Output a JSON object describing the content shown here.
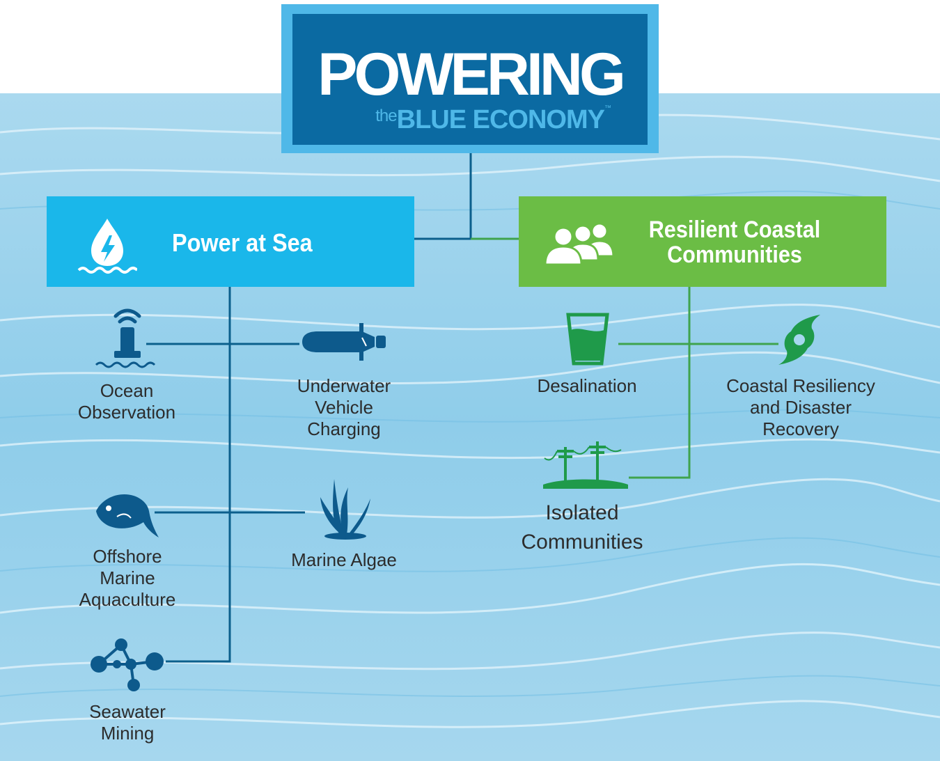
{
  "title": {
    "main": "POWERING",
    "sub_prefix": "the",
    "sub": "BLUE ECONOMY",
    "trademark": "™"
  },
  "categories": {
    "power_at_sea": {
      "label": "Power at Sea",
      "color": "#1ab7ea",
      "icon": "water-drop-lightning-icon"
    },
    "coastal": {
      "label": "Resilient Coastal Communities",
      "color": "#6bbd45",
      "icon": "people-group-icon"
    }
  },
  "power_at_sea_items": {
    "ocean_observation": {
      "label": "Ocean Observation",
      "icon": "buoy-antenna-icon"
    },
    "underwater_vehicle": {
      "label": "Underwater Vehicle Charging",
      "icon": "underwater-vehicle-icon"
    },
    "offshore_aquaculture": {
      "label": "Offshore Marine Aquaculture",
      "icon": "fish-icon"
    },
    "marine_algae": {
      "label": "Marine Algae",
      "icon": "algae-icon"
    },
    "seawater_mining": {
      "label": "Seawater Mining",
      "icon": "molecule-network-icon"
    }
  },
  "coastal_items": {
    "desalination": {
      "label": "Desalination",
      "icon": "water-glass-icon"
    },
    "coastal_resiliency": {
      "label": "Coastal Resiliency and Disaster Recovery",
      "icon": "hurricane-icon"
    },
    "isolated_communities": {
      "label": "Isolated Communities",
      "icon": "island-power-lines-icon"
    }
  },
  "colors": {
    "title_dark": "#0b6aa2",
    "title_light": "#4fb8e8",
    "sea_line": "#0b5f8c",
    "coast_line": "#3fa34d",
    "icon_dark_blue": "#0d5a8c",
    "icon_green": "#1f9a4a"
  }
}
